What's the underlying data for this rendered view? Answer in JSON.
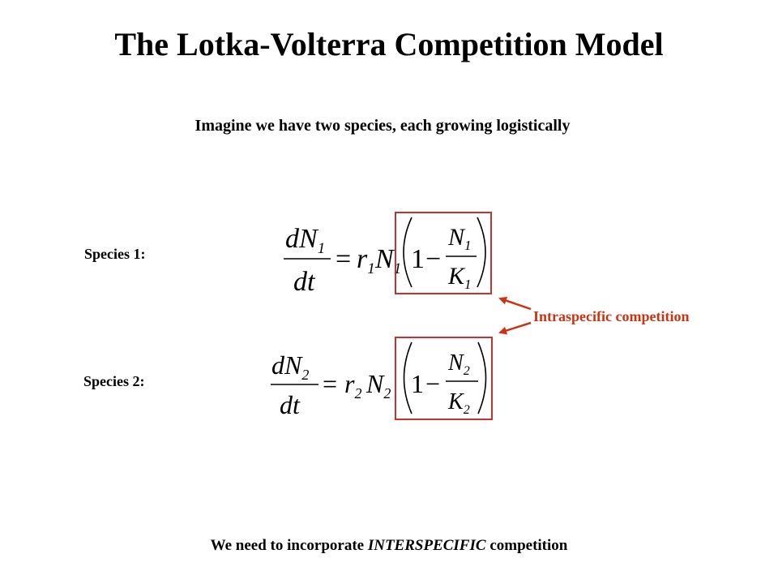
{
  "slide": {
    "title": "The Lotka-Volterra Competition Model",
    "subtitle": "Imagine we have two species, each growing logistically",
    "species1_label": "Species 1:",
    "species2_label": "Species 2:",
    "annotation": "Intraspecific competition",
    "footer": {
      "prefix": "We need to incorporate ",
      "emphasis": "INTERSPECIFIC",
      "suffix": " competition"
    },
    "colors": {
      "accent": "#cc3311",
      "box": "#c8322d",
      "text": "#000000"
    }
  },
  "equations": {
    "species1": {
      "lhs_num": "dN",
      "lhs_num_sub": "1",
      "lhs_den": "dt",
      "equals": "=",
      "rate": "r",
      "rate_sub": "1",
      "pop": "N",
      "pop_sub": "1",
      "one": "1",
      "minus": "−",
      "frac_num": "N",
      "frac_num_sub": "1",
      "frac_den": "K",
      "frac_den_sub": "1"
    },
    "species2": {
      "lhs_num": "dN",
      "lhs_num_sub": "2",
      "lhs_den": "dt",
      "equals": "=",
      "rate": "r",
      "rate_sub": "2",
      "pop": "N",
      "pop_sub": "2",
      "one": "1",
      "minus": "−",
      "frac_num": "N",
      "frac_num_sub": "2",
      "frac_den": "K",
      "frac_den_sub": "2"
    }
  }
}
